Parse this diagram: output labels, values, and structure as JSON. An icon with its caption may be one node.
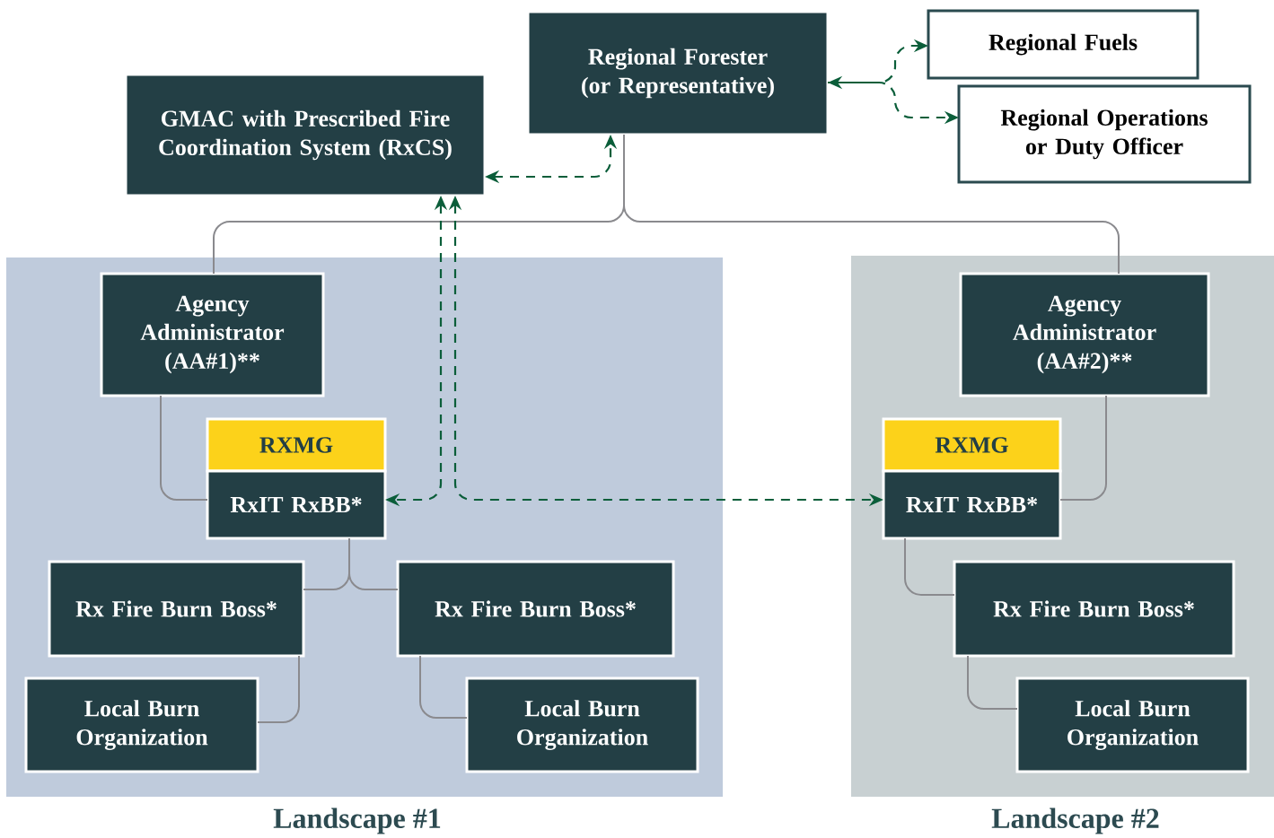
{
  "diagram": {
    "nodes": [
      {
        "text": [
          "GMAC with Prescribed Fire Coordination System (RxCS)"
        ]
      },
      {
        "text": [
          "Regional Forester (or Representative)"
        ]
      },
      {
        "text": [
          "Regional Fuels"
        ]
      },
      {
        "text": [
          "Regional Operations or Duty Officer"
        ]
      },
      {
        "text": [
          "Landscape #1"
        ]
      },
      {
        "text": [
          "Agency Administrator (AA#1)**"
        ],
        "in": 4
      },
      {
        "text": [
          "RXMG"
        ],
        "in": 4
      },
      {
        "text": [
          "RxIT RxBB*"
        ],
        "in": 4
      },
      {
        "text": [
          "Rx Fire Burn Boss*"
        ],
        "in": 4
      },
      {
        "text": [
          "Rx Fire Burn Boss*"
        ],
        "in": 4
      },
      {
        "text": [
          "Local Burn Organization"
        ],
        "in": 4
      },
      {
        "text": [
          "Local Burn Organization"
        ],
        "in": 4
      },
      {
        "text": [
          "Landscape #2"
        ]
      },
      {
        "text": [
          "Agency Administrator (AA#2)**"
        ],
        "in": 12
      },
      {
        "text": [
          "RXMG"
        ],
        "in": 12
      },
      {
        "text": [
          "RxIT RxBB*"
        ],
        "in": 12
      },
      {
        "text": [
          "Rx Fire Burn Boss*"
        ],
        "in": 12
      },
      {
        "text": [
          "Local Burn Organization"
        ],
        "in": 12
      }
    ],
    "edges": [
      {
        "from": 1,
        "to": 5,
        "arrow": "none"
      },
      {
        "from": 1,
        "to": 13,
        "arrow": "none"
      },
      {
        "from": 5,
        "to": 7,
        "arrow": "none"
      },
      {
        "from": 7,
        "to": 8,
        "arrow": "none"
      },
      {
        "from": 7,
        "to": 9,
        "arrow": "none"
      },
      {
        "from": 8,
        "to": 10,
        "arrow": "none"
      },
      {
        "from": 9,
        "to": 11,
        "arrow": "none"
      },
      {
        "from": 13,
        "to": 15,
        "arrow": "none"
      },
      {
        "from": 15,
        "to": 16,
        "arrow": "none"
      },
      {
        "from": 16,
        "to": 17,
        "arrow": "none"
      },
      {
        "from": 0,
        "to": 1,
        "arrow": "both",
        "style": "dashed",
        "color": "#0b5e3a"
      },
      {
        "from": 1,
        "to": 2,
        "arrow": "both",
        "style": "dashed",
        "color": "#0b5e3a"
      },
      {
        "from": 1,
        "to": 3,
        "arrow": "to",
        "style": "dashed",
        "color": "#0b5e3a"
      },
      {
        "from": 0,
        "to": 7,
        "arrow": "both",
        "style": "dashed",
        "color": "#0b5e3a"
      },
      {
        "from": 0,
        "to": 15,
        "arrow": "both",
        "style": "dashed",
        "color": "#0b5e3a"
      }
    ]
  }
}
